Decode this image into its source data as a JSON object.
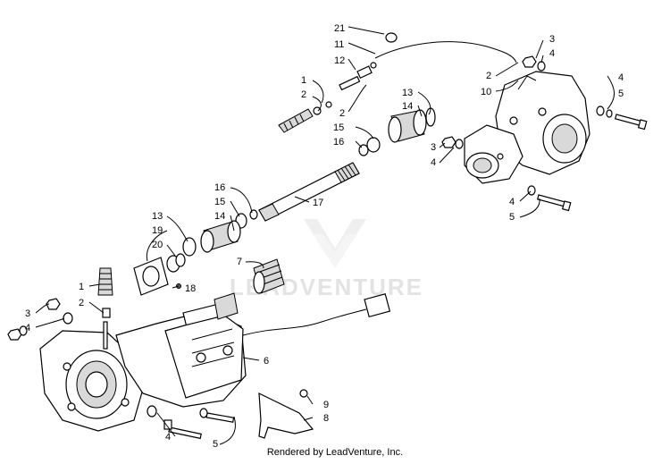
{
  "watermark": "LEADVENTURE",
  "footer": "Rendered by LeadVenture, Inc.",
  "callouts": {
    "c21": "21",
    "c11": "11",
    "c12": "12",
    "c1a": "1",
    "c2a": "2",
    "c2b": "2",
    "c2c": "2",
    "c3a": "3",
    "c4a": "4",
    "c4b": "4",
    "c5a": "5",
    "c10": "10",
    "c13a": "13",
    "c14a": "14",
    "c15a": "15",
    "c16a": "16",
    "c3b": "3",
    "c4c": "4",
    "c4d": "4",
    "c5b": "5",
    "c16b": "16",
    "c15b": "15",
    "c14b": "14",
    "c17": "17",
    "c13b": "13",
    "c19": "19",
    "c20": "20",
    "c7": "7",
    "c18": "18",
    "c1b": "1",
    "c2d": "2",
    "c3c": "3",
    "c4e": "4",
    "c6": "6",
    "c9": "9",
    "c8": "8",
    "c4f": "4",
    "c5c": "5"
  }
}
